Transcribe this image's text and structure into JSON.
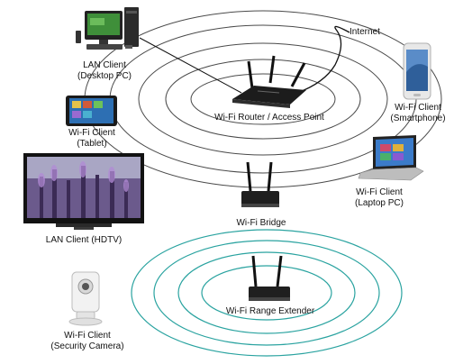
{
  "labels": {
    "internet": "Internet",
    "desktop": [
      "LAN Client",
      "(Desktop PC)"
    ],
    "tablet": [
      "Wi-Fi Client",
      "(Tablet)"
    ],
    "hdtv": [
      "LAN Client (HDTV)"
    ],
    "router": [
      "Wi-Fi Router / Access Point"
    ],
    "smartphone": [
      "Wi-Fi Client",
      "(Smartphone)"
    ],
    "laptop": [
      "Wi-Fi Client",
      "(Laptop PC)"
    ],
    "bridge": [
      "Wi-Fi Bridge"
    ],
    "extender": [
      "Wi-Fi Range Extender"
    ],
    "camera": [
      "Wi-Fi Client",
      "(Security Camera)"
    ]
  },
  "colors": {
    "router_rings": "#4a4a4a",
    "extender_rings": "#2aa3a0",
    "device_dark": "#1c1c1c",
    "tv_image": "#6b5a8c"
  },
  "icons": {
    "desktop": "desktop-pc-icon",
    "tablet": "tablet-icon",
    "hdtv": "hdtv-icon",
    "router": "router-icon",
    "smartphone": "smartphone-icon",
    "laptop": "laptop-icon",
    "bridge": "wifi-bridge-icon",
    "extender": "range-extender-icon",
    "camera": "security-camera-icon"
  }
}
